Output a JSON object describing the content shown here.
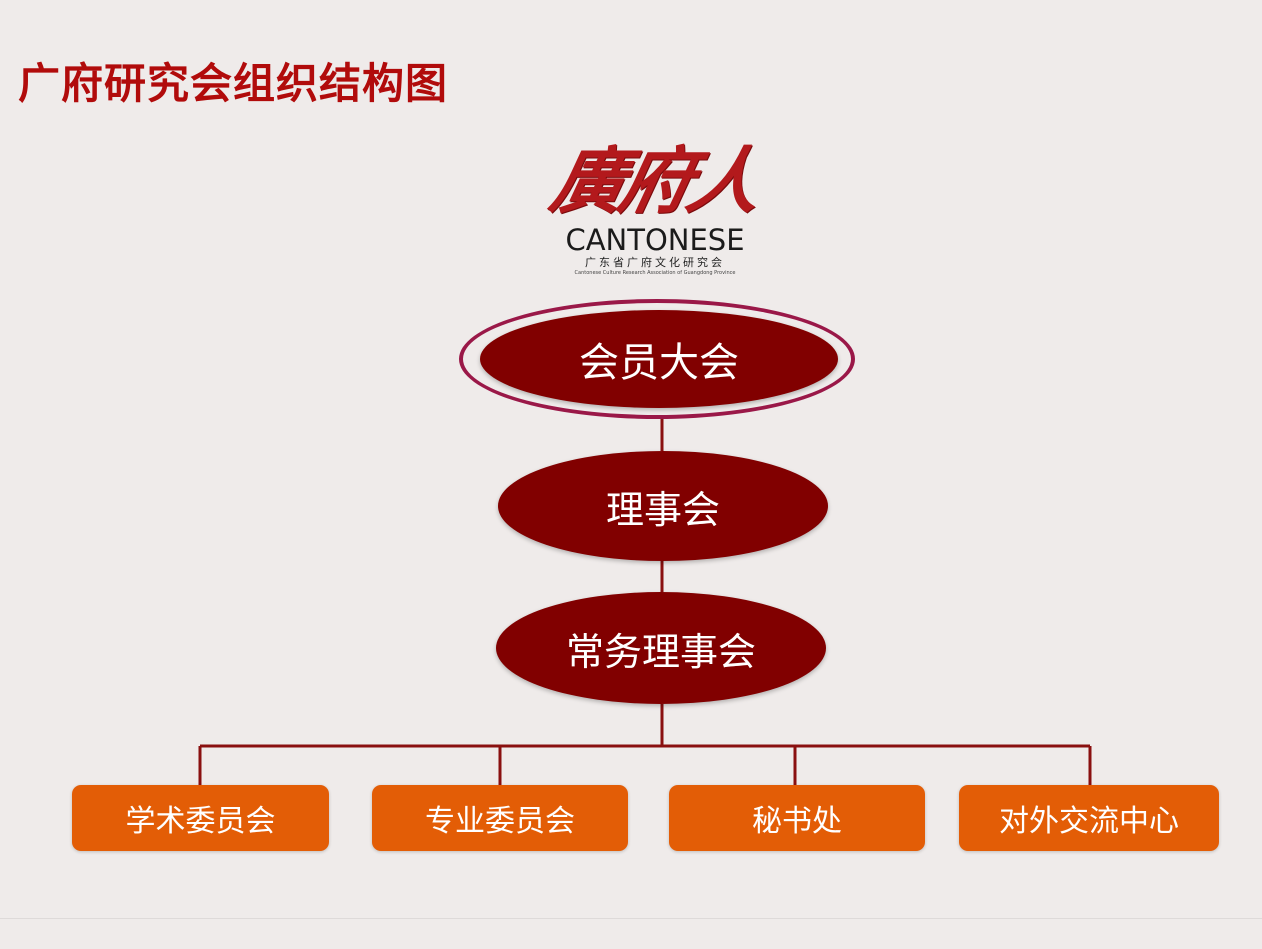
{
  "title": "广府研究会组织结构图",
  "logo": {
    "calligraphy": "廣府人",
    "english": "CANTONESE",
    "chinese": "广东省广府文化研究会",
    "subtitle": "Cantonese Culture Research Association of Guangdong Province"
  },
  "nodes": {
    "general_assembly": "会员大会",
    "council": "理事会",
    "standing_council": "常务理事会",
    "departments": [
      "学术委员会",
      "专业委员会",
      "秘书处",
      "对外交流中心"
    ]
  },
  "colors": {
    "title": "#b10b0b",
    "ellipse_fill": "#810000",
    "outer_ring": "#9a1848",
    "box_fill": "#e35d06",
    "connector": "#8a1010",
    "background": "#efebea"
  }
}
